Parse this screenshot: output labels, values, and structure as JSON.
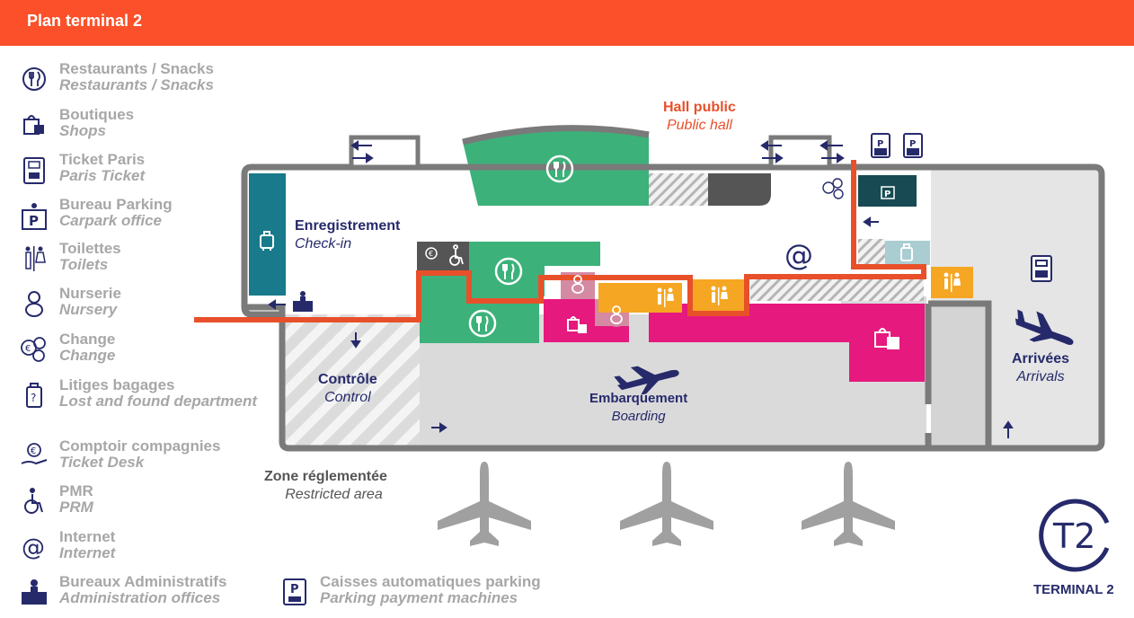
{
  "header": {
    "title": "Plan terminal 2",
    "bg_color": "#fb5029"
  },
  "legend": [
    {
      "icon": "restaurant-icon",
      "fr": "Restaurants / Snacks",
      "en": "Restaurants / Snacks"
    },
    {
      "icon": "shopping-bag-icon",
      "fr": "Boutiques",
      "en": "Shops"
    },
    {
      "icon": "ticket-machine-icon",
      "fr": "Ticket Paris",
      "en": "Paris Ticket"
    },
    {
      "icon": "parking-office-icon",
      "fr": "Bureau Parking",
      "en": "Carpark office"
    },
    {
      "icon": "toilets-icon",
      "fr": "Toilettes",
      "en": "Toilets"
    },
    {
      "icon": "baby-icon",
      "fr": "Nurserie",
      "en": "Nursery"
    },
    {
      "icon": "currency-exchange-icon",
      "fr": "Change",
      "en": "Change"
    },
    {
      "icon": "lost-luggage-icon",
      "fr": "Litiges bagages",
      "en": "Lost and found department"
    },
    {
      "icon": "ticket-desk-icon",
      "fr": "Comptoir compagnies",
      "en": "Ticket Desk"
    },
    {
      "icon": "wheelchair-icon",
      "fr": "PMR",
      "en": "PRM"
    },
    {
      "icon": "internet-icon",
      "fr": "Internet",
      "en": "Internet"
    },
    {
      "icon": "admin-office-icon",
      "fr": "Bureaux Administratifs",
      "en": "Administration offices"
    }
  ],
  "legend_extra": {
    "icon": "parking-payment-icon",
    "fr": "Caisses automatiques parking",
    "en": "Parking payment machines"
  },
  "map": {
    "hall_public": {
      "fr": "Hall public",
      "en": "Public hall"
    },
    "checkin": {
      "fr": "Enregistrement",
      "en": "Check-in"
    },
    "control": {
      "fr": "Contrôle",
      "en": "Control"
    },
    "boarding": {
      "fr": "Embarquement",
      "en": "Boarding"
    },
    "arrivals": {
      "fr": "Arrivées",
      "en": "Arrivals"
    },
    "restricted": {
      "fr": "Zone réglementée",
      "en": "Restricted area"
    }
  },
  "brand": {
    "label": "TERMINAL 2",
    "logo": "T2"
  },
  "colors": {
    "navy": "#262a6b",
    "orange_route": "#e8502a",
    "green": "#3cb27a",
    "magenta": "#e5197e",
    "yellow": "#f5a623",
    "teal": "#187a8a",
    "dark_teal": "#174a52",
    "wall": "#7a7a7a",
    "zone_gray": "#dadada",
    "legend_text": "#a7a7a7"
  }
}
